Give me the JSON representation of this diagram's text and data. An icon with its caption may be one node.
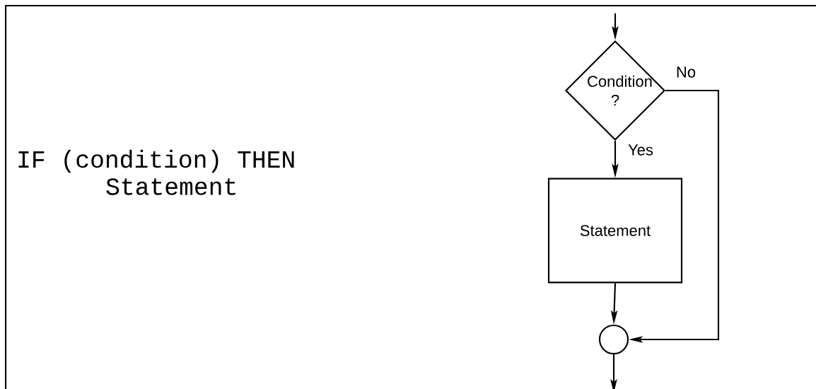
{
  "diagram": {
    "nodes": [
      {
        "text": [
          "Condition ?"
        ]
      },
      {
        "text": [
          "Statement"
        ]
      },
      {
        "text": [],
        "shape": "circle"
      }
    ],
    "edges": [
      {
        "from": null,
        "to": 0,
        "arrow": "to"
      },
      {
        "from": 0,
        "to": 1,
        "arrow": "to",
        "label": "Yes"
      },
      {
        "from": 0,
        "to": 2,
        "arrow": "to",
        "label": "No"
      },
      {
        "from": 1,
        "to": 2,
        "arrow": "to"
      },
      {
        "from": 2,
        "to": null,
        "arrow": "to"
      }
    ],
    "labels": [
      "IF (condition) THEN",
      "Statement"
    ]
  }
}
